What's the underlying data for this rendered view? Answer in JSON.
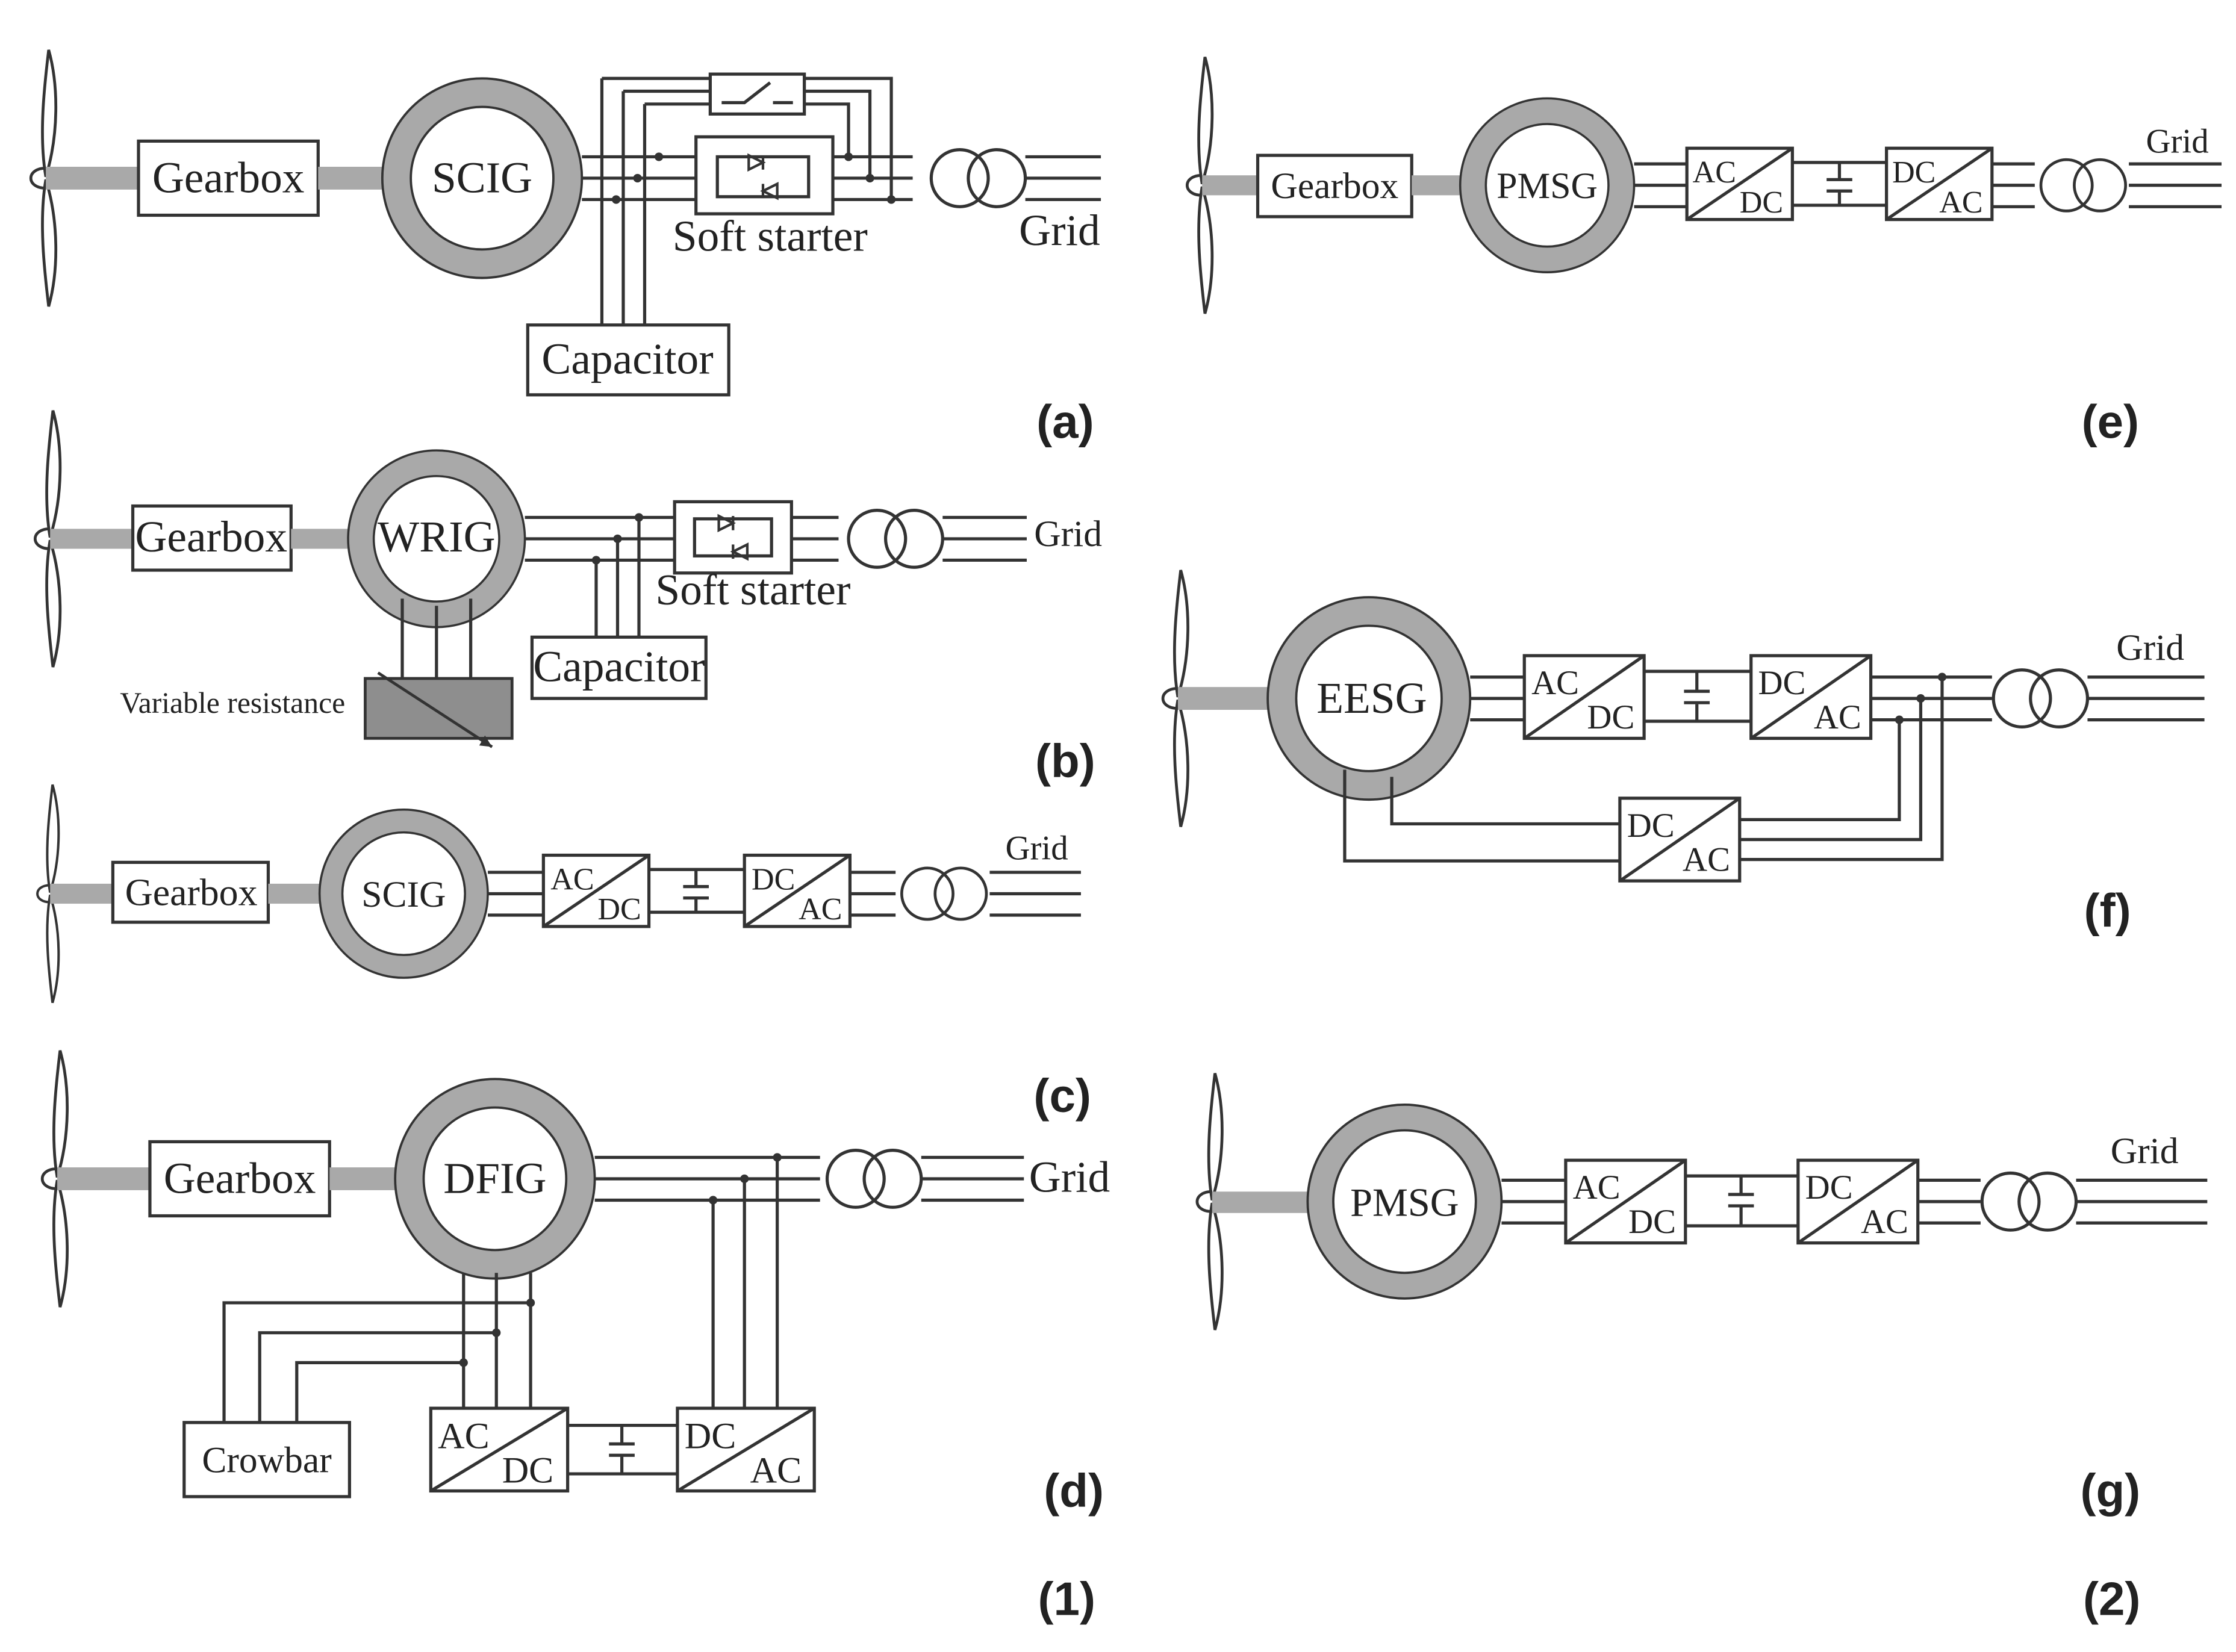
{
  "figure": {
    "column_labels": [
      "(1)",
      "(2)"
    ],
    "panels": [
      {
        "id": "a",
        "caption": "(a)",
        "gearbox": "Gearbox",
        "generator": "SCIG",
        "soft_starter": "Soft starter",
        "capacitor": "Capacitor",
        "grid": "Grid"
      },
      {
        "id": "b",
        "caption": "(b)",
        "gearbox": "Gearbox",
        "generator": "WRIG",
        "soft_starter": "Soft starter",
        "capacitor": "Capacitor",
        "variable_resistance": "Variable resistance",
        "grid": "Grid"
      },
      {
        "id": "c",
        "caption": "(c)",
        "gearbox": "Gearbox",
        "generator": "SCIG",
        "conv1": [
          "AC",
          "DC"
        ],
        "conv2": [
          "DC",
          "AC"
        ],
        "grid": "Grid"
      },
      {
        "id": "d",
        "caption": "(d)",
        "gearbox": "Gearbox",
        "generator": "DFIG",
        "crowbar": "Crowbar",
        "conv1": [
          "AC",
          "DC"
        ],
        "conv2": [
          "DC",
          "AC"
        ],
        "grid": "Grid"
      },
      {
        "id": "e",
        "caption": "(e)",
        "gearbox": "Gearbox",
        "generator": "PMSG",
        "conv1": [
          "AC",
          "DC"
        ],
        "conv2": [
          "DC",
          "AC"
        ],
        "grid": "Grid"
      },
      {
        "id": "f",
        "caption": "(f)",
        "generator": "EESG",
        "conv1": [
          "AC",
          "DC"
        ],
        "conv2": [
          "DC",
          "AC"
        ],
        "conv3": [
          "DC",
          "AC"
        ],
        "grid": "Grid"
      },
      {
        "id": "g",
        "caption": "(g)",
        "generator": "PMSG",
        "conv1": [
          "AC",
          "DC"
        ],
        "conv2": [
          "DC",
          "AC"
        ],
        "grid": "Grid"
      }
    ]
  }
}
